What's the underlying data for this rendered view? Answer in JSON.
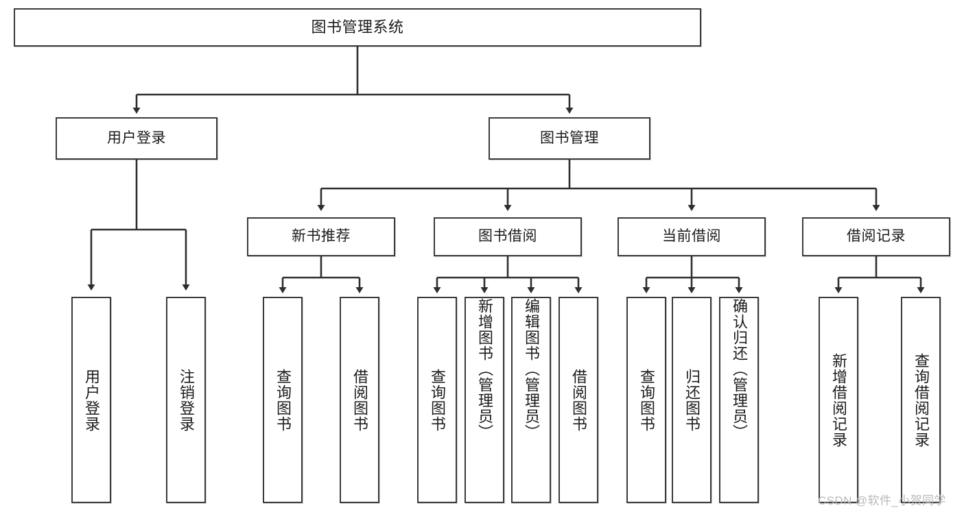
{
  "diagram": {
    "type": "tree-hierarchy",
    "title": "图书管理系统",
    "root": {
      "label": "图书管理系统"
    },
    "level1": [
      {
        "label": "用户登录"
      },
      {
        "label": "图书管理"
      }
    ],
    "level2": [
      {
        "label": "新书推荐",
        "parent": "图书管理"
      },
      {
        "label": "图书借阅",
        "parent": "图书管理"
      },
      {
        "label": "当前借阅",
        "parent": "图书管理"
      },
      {
        "label": "借阅记录",
        "parent": "图书管理"
      }
    ],
    "leaves": {
      "user_login": [
        {
          "label": "用户登录"
        },
        {
          "label": "注销登录"
        }
      ],
      "new_book_recommend": [
        {
          "label": "查询图书"
        },
        {
          "label": "借阅图书"
        }
      ],
      "book_borrow": [
        {
          "label": "查询图书"
        },
        {
          "label": "新增图书（管理员）"
        },
        {
          "label": "编辑图书（管理员）"
        },
        {
          "label": "借阅图书"
        }
      ],
      "current_borrow": [
        {
          "label": "查询图书"
        },
        {
          "label": "归还图书"
        },
        {
          "label": "确认归还（管理员）"
        }
      ],
      "borrow_record": [
        {
          "label": "新增借阅记录"
        },
        {
          "label": "查询借阅记录"
        }
      ]
    }
  },
  "watermark": {
    "text": "CSDN @软件_小贺同学"
  },
  "colors": {
    "border": "#3a3a3a",
    "background": "#ffffff",
    "text": "#1b1b1b",
    "watermark": "#b9b9b9"
  }
}
